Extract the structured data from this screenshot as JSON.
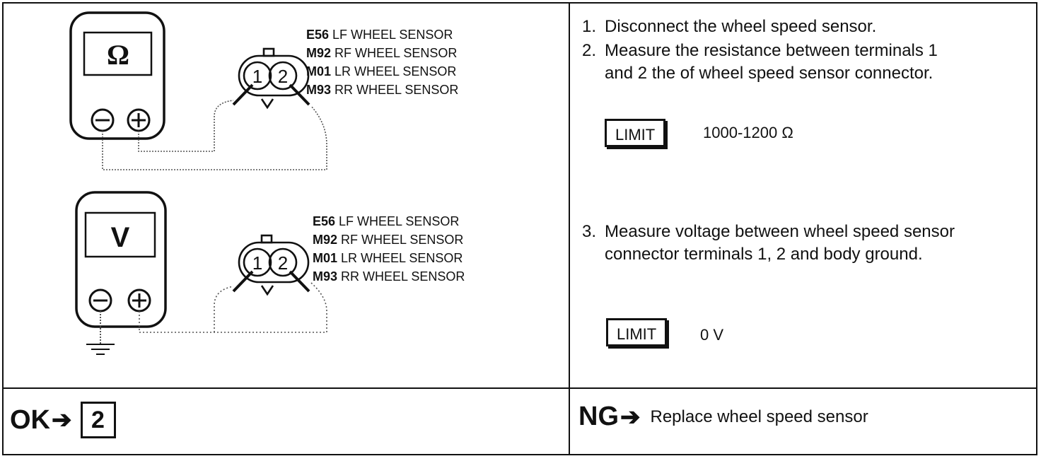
{
  "meter_top": {
    "symbol": "Ω"
  },
  "meter_bottom": {
    "symbol": "V"
  },
  "connector": {
    "pin1": "1",
    "pin2": "2"
  },
  "sensor_labels_top": [
    {
      "code": "E56",
      "text": "LF WHEEL SENSOR"
    },
    {
      "code": "M92",
      "text": "RF WHEEL SENSOR"
    },
    {
      "code": "M01",
      "text": "LR WHEEL SENSOR"
    },
    {
      "code": "M93",
      "text": "RR WHEEL SENSOR"
    }
  ],
  "sensor_labels_bottom": [
    {
      "code": "E56",
      "text": "LF WHEEL SENSOR"
    },
    {
      "code": "M92",
      "text": "RF WHEEL SENSOR"
    },
    {
      "code": "M01",
      "text": "LR WHEEL SENSOR"
    },
    {
      "code": "M93",
      "text": "RR WHEEL SENSOR"
    }
  ],
  "steps": [
    {
      "num": "1.",
      "text": "Disconnect the wheel speed sensor."
    },
    {
      "num": "2.",
      "text": "Measure the resistance between terminals 1",
      "cont": "and 2 the of wheel speed sensor connector."
    },
    {
      "num": "3.",
      "text": "Measure voltage between wheel speed sensor",
      "cont": "connector terminals 1, 2 and body ground."
    }
  ],
  "limit1": {
    "label": "LIMIT",
    "value": "1000-1200 Ω"
  },
  "limit2": {
    "label": "LIMIT",
    "value": "0 V"
  },
  "ok": {
    "label": "OK",
    "target": "2"
  },
  "ng": {
    "label": "NG",
    "action": "Replace wheel speed sensor"
  }
}
